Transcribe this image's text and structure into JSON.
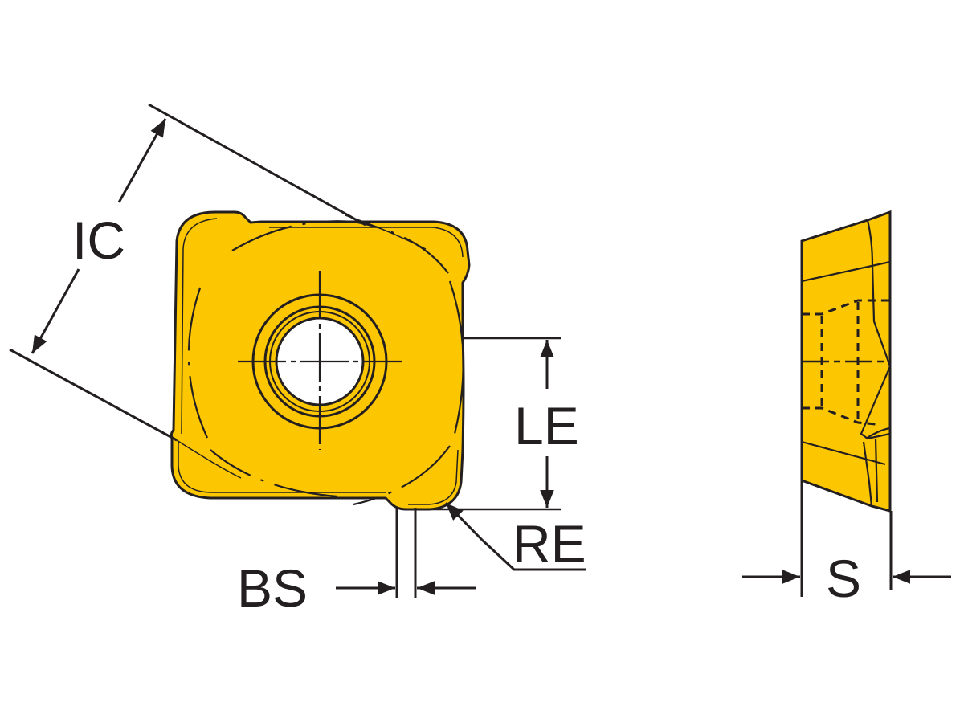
{
  "diagram": {
    "type": "technical drawing",
    "subject": "square milling insert",
    "colors": {
      "insert_fill": "#fcc600",
      "line": "#231f20",
      "hole": "#ffffff",
      "background": "#ffffff"
    },
    "views": [
      {
        "name": "top view",
        "shape": "square insert with rounded corners and central screw hole"
      },
      {
        "name": "side view",
        "shape": "insert profile with clearance angle, hidden lines for hole"
      }
    ],
    "dimensions": {
      "ic": {
        "label": "IC",
        "description": "inscribed circle diameter"
      },
      "le": {
        "label": "LE",
        "description": "cutting edge effective length"
      },
      "re": {
        "label": "RE",
        "description": "corner radius"
      },
      "bs": {
        "label": "BS",
        "description": "wiper edge length"
      },
      "s": {
        "label": "S",
        "description": "insert thickness"
      }
    }
  }
}
